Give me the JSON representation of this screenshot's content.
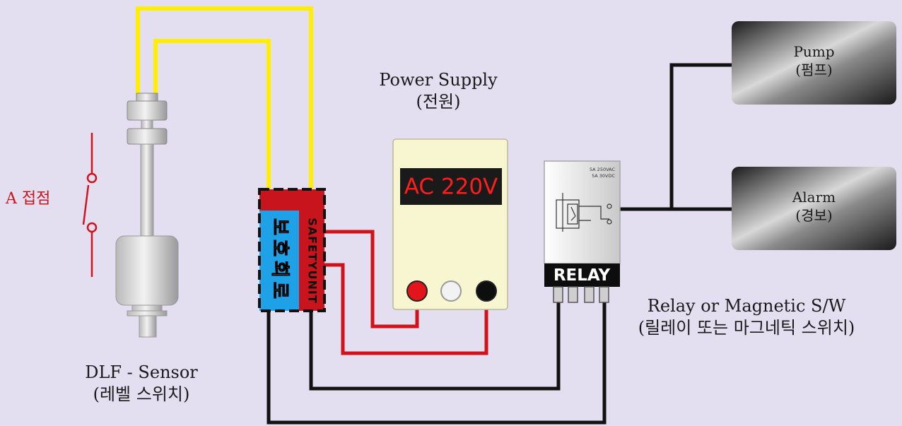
{
  "sensor": {
    "name": "DLF - Sensor",
    "sub": "(레벨 스위치)"
  },
  "contact": {
    "label": "A 접점"
  },
  "protect": {
    "label_ko": "보호회로",
    "label_en": "SAFETYUNIT"
  },
  "power": {
    "title": "Power Supply",
    "sub": "(전원)",
    "display": "AC 220V"
  },
  "relay": {
    "label": "RELAY",
    "rating1": "5A 250VAC",
    "rating2": "5A 30VDC",
    "title": "Relay or Magnetic S/W",
    "sub": "(릴레이 또는 마그네틱 스위치)"
  },
  "pump": {
    "title": "Pump",
    "sub": "(펌프)"
  },
  "alarm": {
    "title": "Alarm",
    "sub": "(경보)"
  },
  "colors": {
    "background": "#e4dff0",
    "sensor_wire": "#ffee00",
    "power_wire": "#d0121b",
    "signal_wire": "#111111",
    "protect_red": "#c8141c",
    "protect_blue": "#1ea1e6"
  }
}
